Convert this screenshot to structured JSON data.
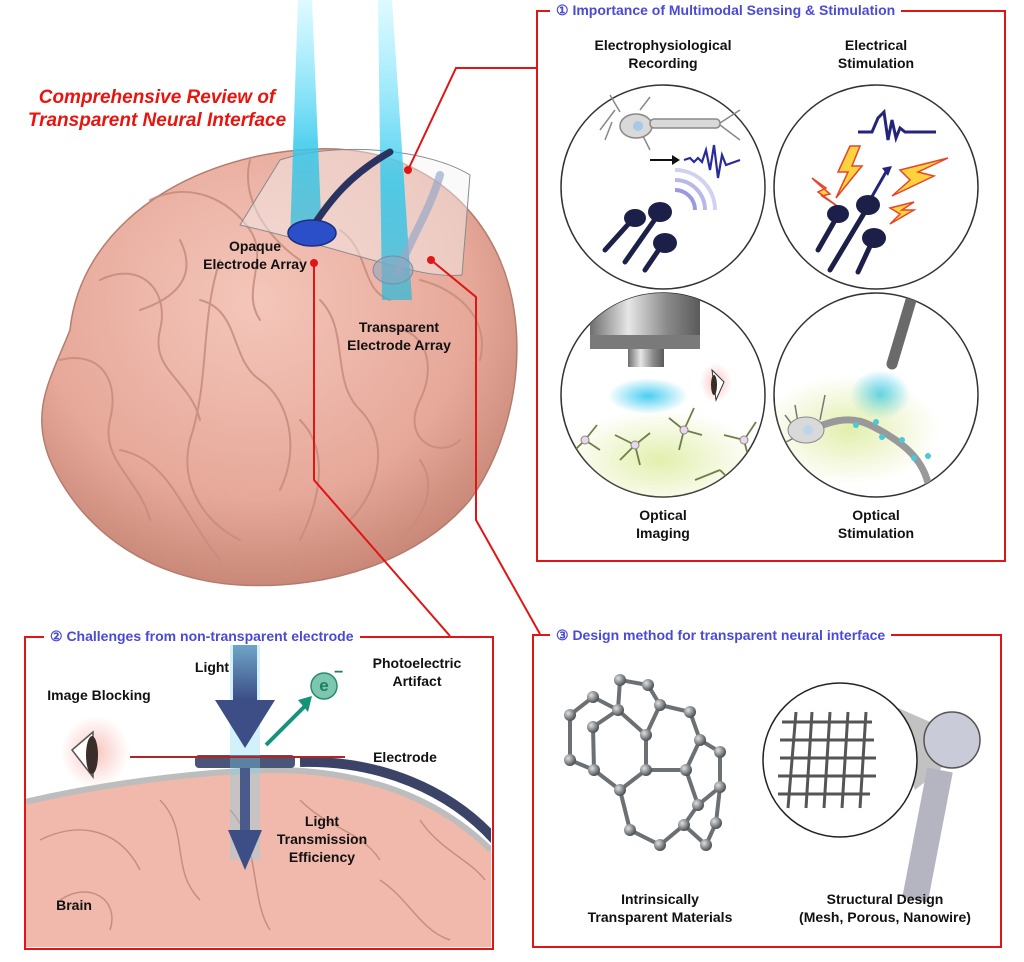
{
  "title": {
    "line1": "Comprehensive Review of",
    "line2": "Transparent Neural Interface"
  },
  "brain_labels": {
    "opaque_line1": "Opaque",
    "opaque_line2": "Electrode Array",
    "transparent_line1": "Transparent",
    "transparent_line2": "Electrode Array"
  },
  "section1": {
    "title": "① Importance of Multimodal Sensing & Stimulation",
    "panels": [
      {
        "line1": "Electrophysiological",
        "line2": "Recording"
      },
      {
        "line1": "Electrical",
        "line2": "Stimulation"
      },
      {
        "line1": "Optical",
        "line2": "Imaging"
      },
      {
        "line1": "Optical",
        "line2": "Stimulation"
      }
    ]
  },
  "section2": {
    "title": "② Challenges from non-transparent electrode",
    "labels": {
      "light": "Light",
      "photoelectric_line1": "Photoelectric",
      "photoelectric_line2": "Artifact",
      "electron": "e",
      "electron_charge": "−",
      "image_blocking": "Image Blocking",
      "electrode": "Electrode",
      "transmission_line1": "Light",
      "transmission_line2": "Transmission",
      "transmission_line3": "Efficiency",
      "brain": "Brain"
    }
  },
  "section3": {
    "title": "③ Design method for transparent neural interface",
    "items": [
      {
        "line1": "Intrinsically",
        "line2": "Transparent Materials"
      },
      {
        "line1": "Structural Design",
        "line2": "(Mesh, Porous, Nanowire)"
      }
    ]
  },
  "colors": {
    "accent_red": "#e01515",
    "section_title_blue": "#4a4ad6",
    "brain_pink": "#ebb0a2",
    "light_cyan": "#3fd0f0",
    "electrode_navy": "#1e2450"
  }
}
